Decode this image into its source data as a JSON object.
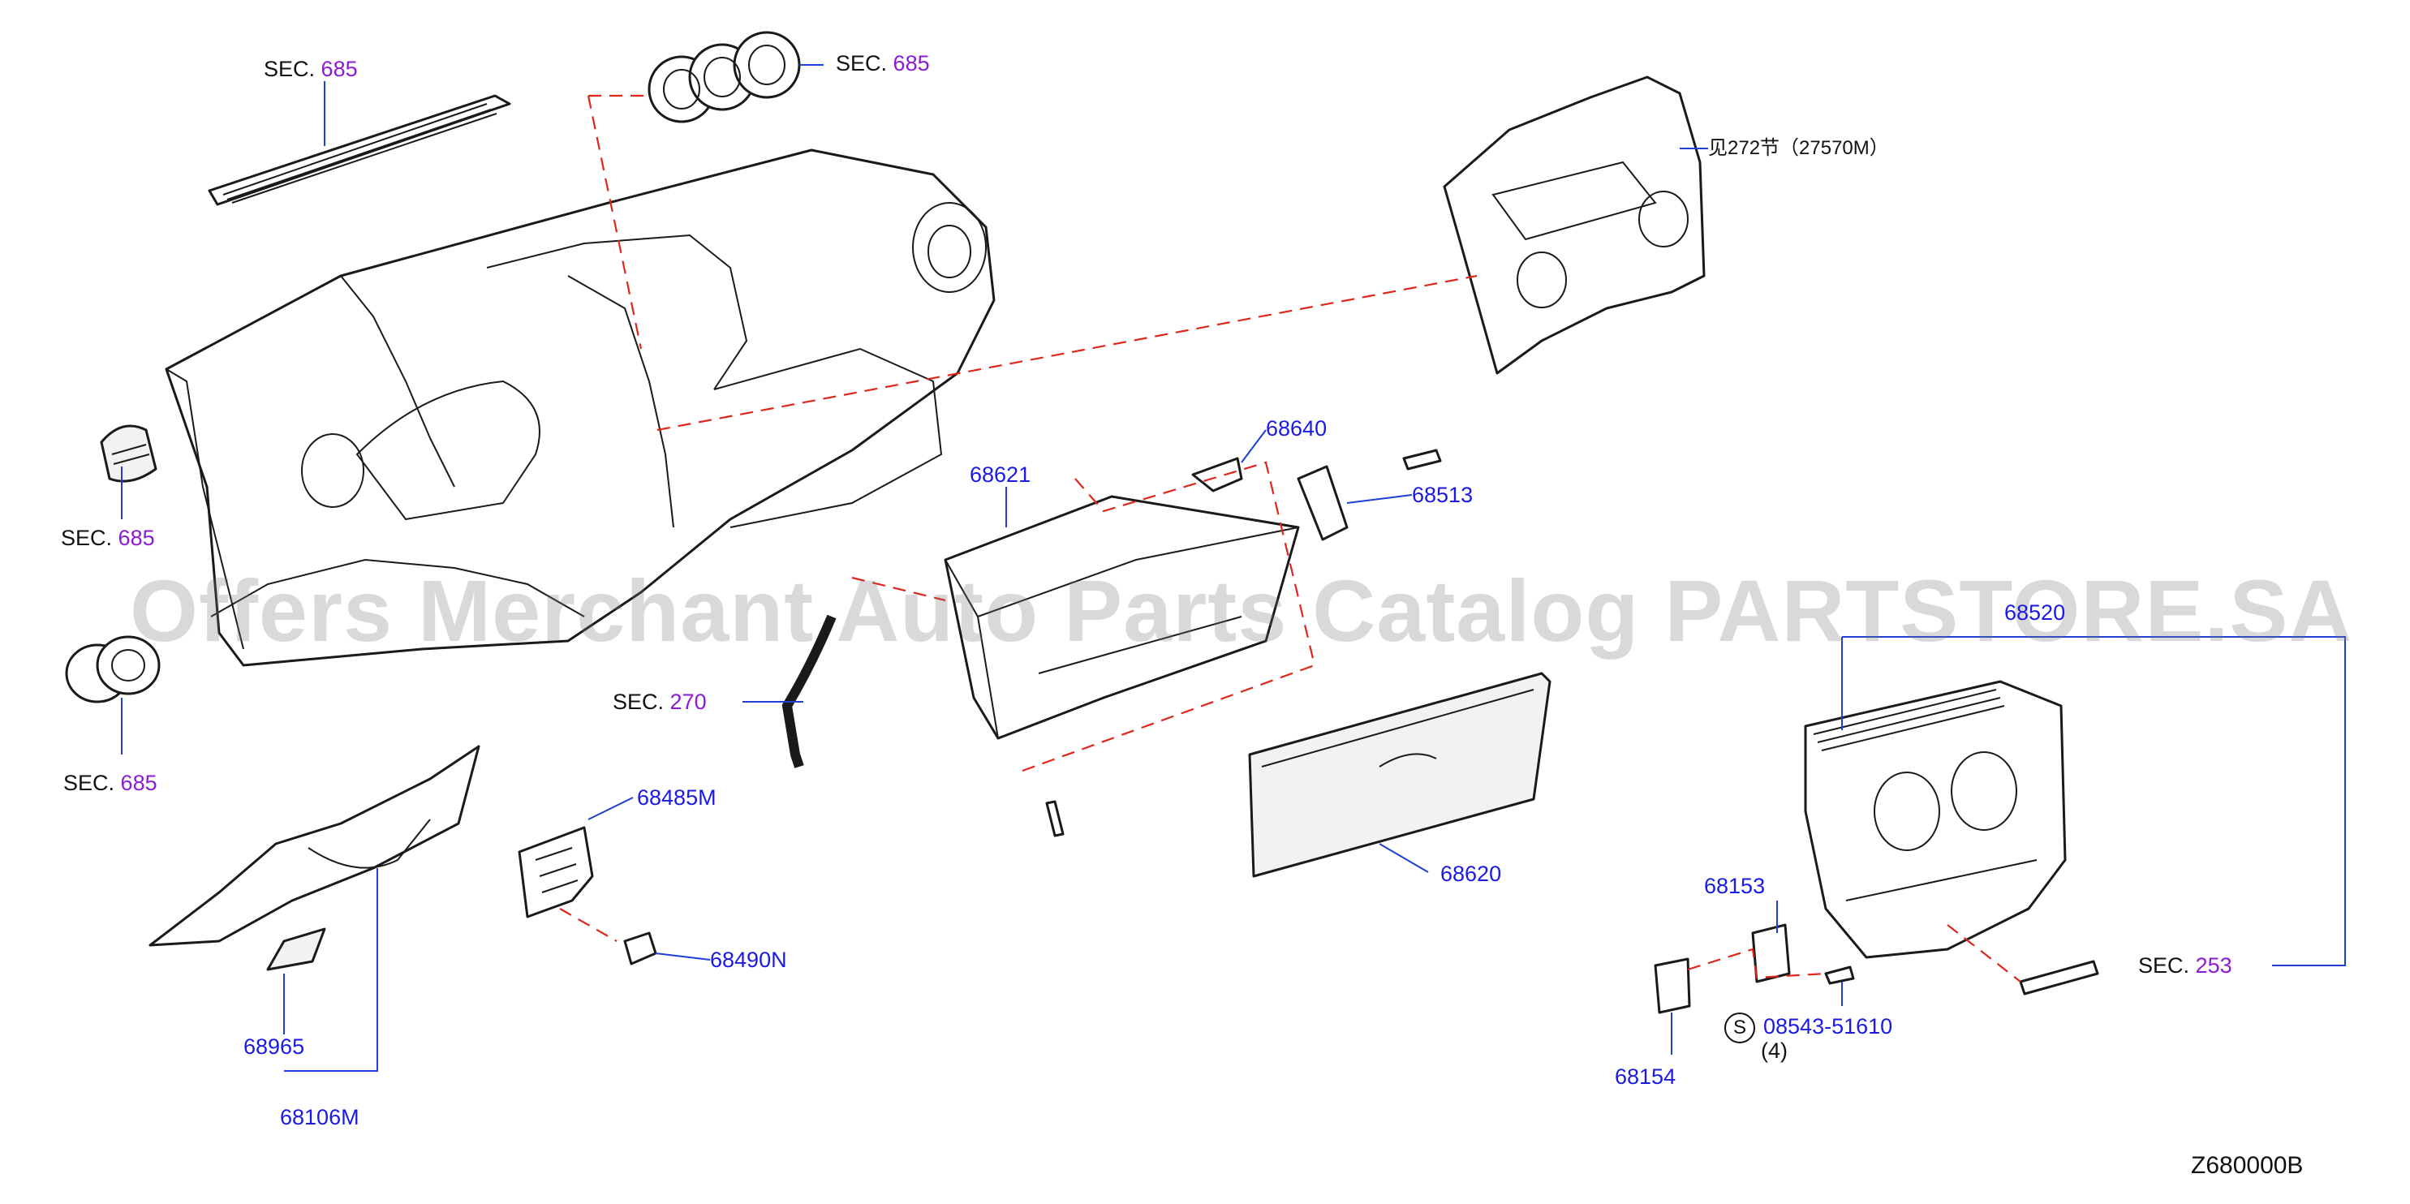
{
  "labels": {
    "sec_top": {
      "prefix": "SEC.",
      "num": "685"
    },
    "sec_vent_top": {
      "prefix": "SEC.",
      "num": "685"
    },
    "sec_left_vent": {
      "prefix": "SEC.",
      "num": "685"
    },
    "sec_left_round": {
      "prefix": "SEC.",
      "num": "685"
    },
    "sec_270": {
      "prefix": "SEC.",
      "num": "270"
    },
    "sec_253": {
      "prefix": "SEC.",
      "num": "253"
    },
    "ref_27570m": "见272节（27570M）",
    "p68640": "68640",
    "p68513": "68513",
    "p68621": "68621",
    "p68620": "68620",
    "p68485m": "68485M",
    "p68490n": "68490N",
    "p68965": "68965",
    "p68106m": "68106M",
    "p68153": "68153",
    "p68154": "68154",
    "p68520": "68520",
    "screw_code": "08543-51610",
    "screw_symbol": "S",
    "screw_qty": "(4)",
    "drawing_id": "Z680000B"
  },
  "watermark": "Offers Merchant Auto Parts Catalog PARTSTORE.SA",
  "colors": {
    "part_number": "#1a1ae6",
    "section_number": "#8a1bd6",
    "leader": "#1f3fd6",
    "phantom_line": "#e0251b"
  }
}
